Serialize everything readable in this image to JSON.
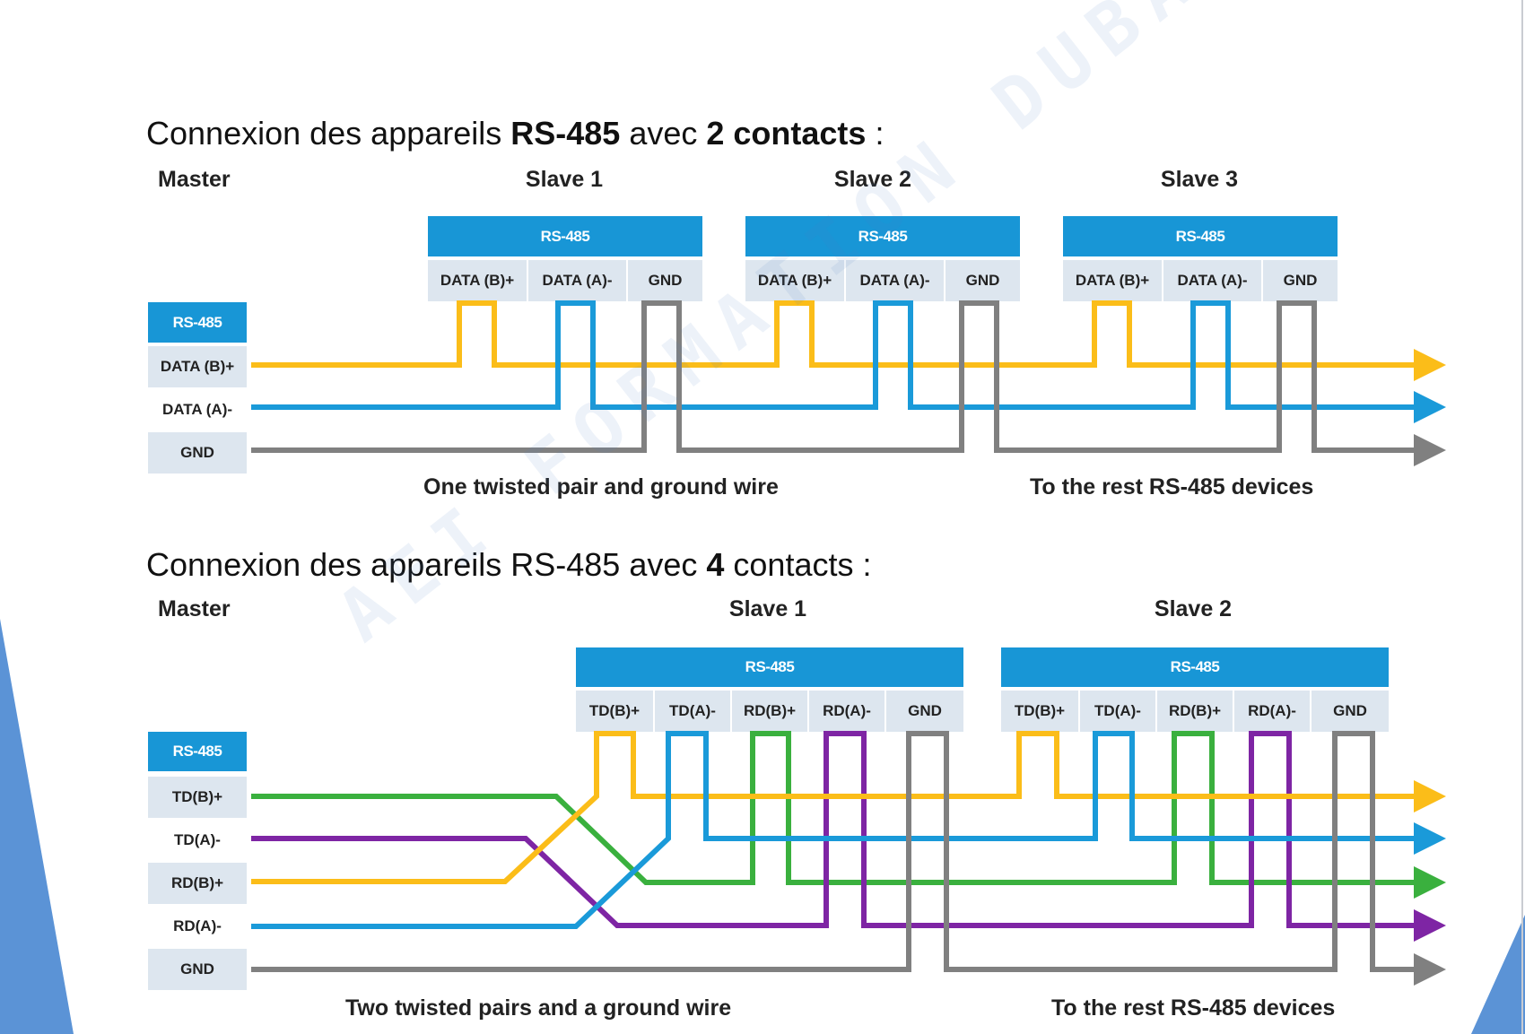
{
  "headings": {
    "two_contacts": {
      "pre": "Connexion des appareils ",
      "bold1": "RS-485",
      "mid": " avec ",
      "bold2": "2 contacts",
      "post": " :"
    },
    "four_contacts": {
      "pre": "Connexion des appareils RS-485 avec ",
      "bold1": "4",
      "post": " contacts :"
    }
  },
  "watermark": "AEI FORMATION DUBAI",
  "diagram1": {
    "master_label": "Master",
    "master_head": "RS-485",
    "master_pins": [
      "DATA (B)+",
      "DATA (A)-",
      "GND"
    ],
    "slaves": [
      {
        "label": "Slave 1",
        "head": "RS-485",
        "pins": [
          "DATA (B)+",
          "DATA (A)-",
          "GND"
        ]
      },
      {
        "label": "Slave 2",
        "head": "RS-485",
        "pins": [
          "DATA (B)+",
          "DATA (A)-",
          "GND"
        ]
      },
      {
        "label": "Slave 3",
        "head": "RS-485",
        "pins": [
          "DATA (B)+",
          "DATA (A)-",
          "GND"
        ]
      }
    ],
    "caption_left": "One twisted pair and ground wire",
    "caption_right": "To the rest RS-485 devices"
  },
  "diagram2": {
    "master_label": "Master",
    "master_head": "RS-485",
    "master_pins": [
      "TD(B)+",
      "TD(A)-",
      "RD(B)+",
      "RD(A)-",
      "GND"
    ],
    "slaves": [
      {
        "label": "Slave 1",
        "head": "RS-485",
        "pins": [
          "TD(B)+",
          "TD(A)-",
          "RD(B)+",
          "RD(A)-",
          "GND"
        ]
      },
      {
        "label": "Slave 2",
        "head": "RS-485",
        "pins": [
          "TD(B)+",
          "TD(A)-",
          "RD(B)+",
          "RD(A)-",
          "GND"
        ]
      }
    ],
    "caption_left": "Two twisted pairs and a ground wire",
    "caption_right": "To the rest RS-485 devices"
  },
  "colors": {
    "yellow": "#fbbd19",
    "blue": "#1a9ad9",
    "gray": "#808080",
    "green": "#3ab03e",
    "purple": "#7e25a4",
    "box_blue": "#1896d6",
    "pin_bg": "#dde6ef"
  }
}
